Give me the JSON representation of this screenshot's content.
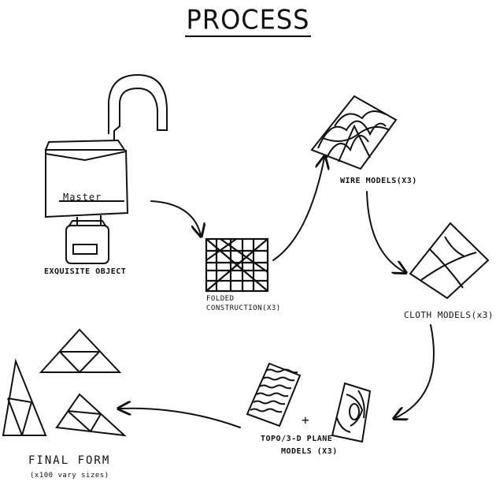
{
  "title": "PROCESS",
  "nodes": {
    "master_label": "Master",
    "exquisite_object": "EXQUISITE OBJECT",
    "folded_line1": "FOLDED",
    "folded_line2": "CONSTRUCTION(x3)",
    "wire_models": "WIRE MODELS(x3)",
    "cloth_models": "CLOTH MODELS(x3)",
    "topo_line1": "TOPO/3-D PLANE",
    "topo_line2": "MODELS (x3)",
    "plus": "+",
    "final_form": "FINAL FORM",
    "final_sub": "(x100 vary sizes)"
  }
}
